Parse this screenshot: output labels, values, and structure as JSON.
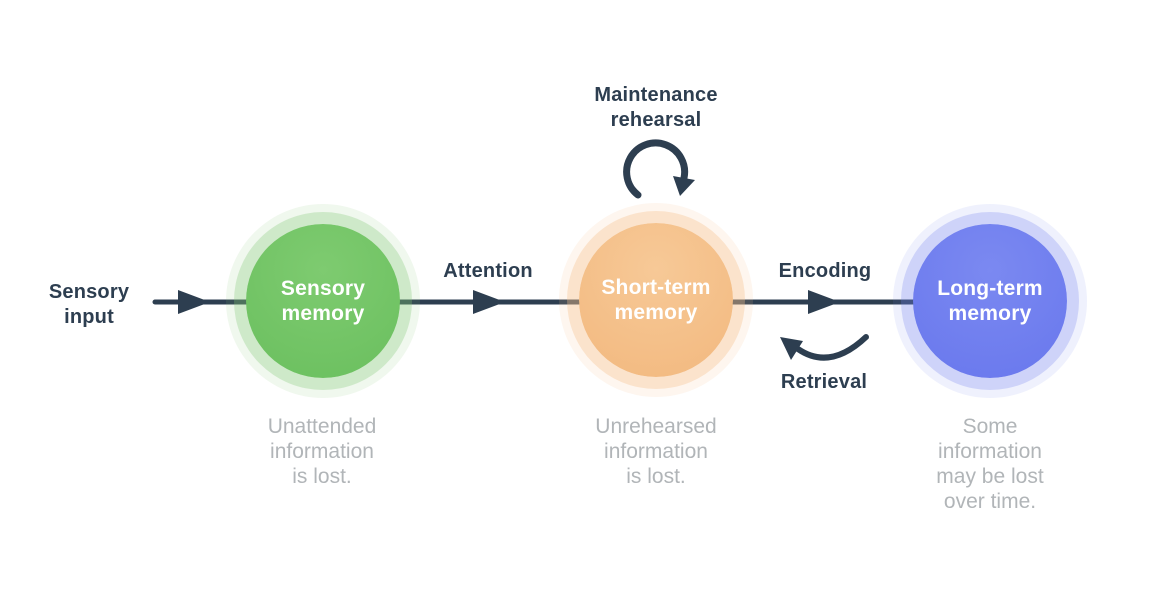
{
  "input": {
    "label_lines": [
      "Sensory",
      "input"
    ]
  },
  "stages": [
    {
      "id": "sensory-memory",
      "label_lines": [
        "Sensory",
        "memory"
      ],
      "caption_lines": [
        "Unattended",
        "information",
        "is lost."
      ],
      "color": "#72c566",
      "glow_color": "#e4f3de"
    },
    {
      "id": "short-term-memory",
      "label_lines": [
        "Short-term",
        "memory"
      ],
      "caption_lines": [
        "Unrehearsed",
        "information",
        "is lost."
      ],
      "color": "#f5c08b",
      "glow_color": "#fcebd6"
    },
    {
      "id": "long-term-memory",
      "label_lines": [
        "Long-term",
        "memory"
      ],
      "caption_lines": [
        "Some",
        "information",
        "may be lost",
        "over time."
      ],
      "color": "#7181ef",
      "glow_color": "#e2e5fa"
    }
  ],
  "arrows": {
    "attention_label": "Attention",
    "encoding_label": "Encoding",
    "retrieval_label": "Retrieval",
    "maintenance_label_lines": [
      "Maintenance",
      "rehearsal"
    ]
  },
  "colors": {
    "line": "#2d3e50",
    "label_text": "#2d3e50",
    "caption_text": "#b1b5b8",
    "background": "#ffffff"
  }
}
